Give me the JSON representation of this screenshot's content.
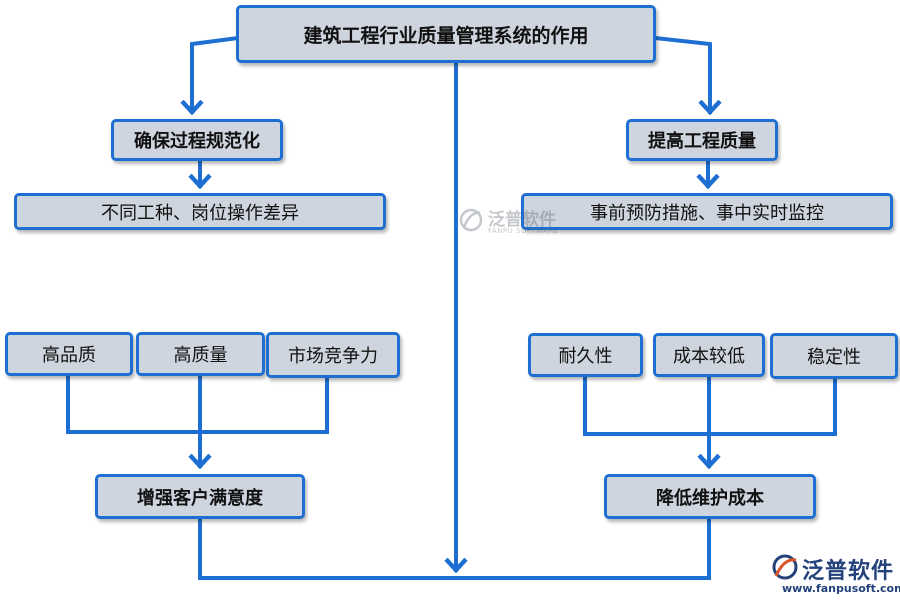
{
  "title": "建筑工程行业质量管理系统的作用",
  "left_branch": {
    "heading": "确保过程规范化",
    "detail": "不同工种、岗位操作差异"
  },
  "right_branch": {
    "heading": "提高工程质量",
    "detail": "事前预防措施、事中实时监控"
  },
  "left_group": {
    "items": [
      "高品质",
      "高质量",
      "市场竞争力"
    ],
    "result": "增强客户满意度"
  },
  "right_group": {
    "items": [
      "耐久性",
      "成本较低",
      "稳定性"
    ],
    "result": "降低维护成本"
  },
  "watermark": {
    "name": "泛普软件",
    "subtitle": "FANPU SOFTWARE"
  },
  "logo": {
    "name": "泛普软件",
    "url": "www.fanpusoft.com"
  },
  "colors": {
    "line": "#1e6fd2",
    "box_fill": "#cfd5df",
    "box_border": "#1e6fd2"
  }
}
